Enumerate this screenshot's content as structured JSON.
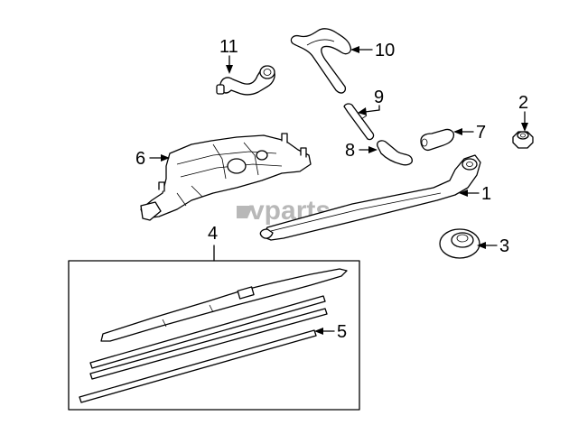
{
  "watermark": "vparts",
  "callouts": {
    "c1": "1",
    "c2": "2",
    "c3": "3",
    "c4": "4",
    "c5": "5",
    "c6": "6",
    "c7": "7",
    "c8": "8",
    "c9": "9",
    "c10": "10",
    "c11": "11"
  }
}
